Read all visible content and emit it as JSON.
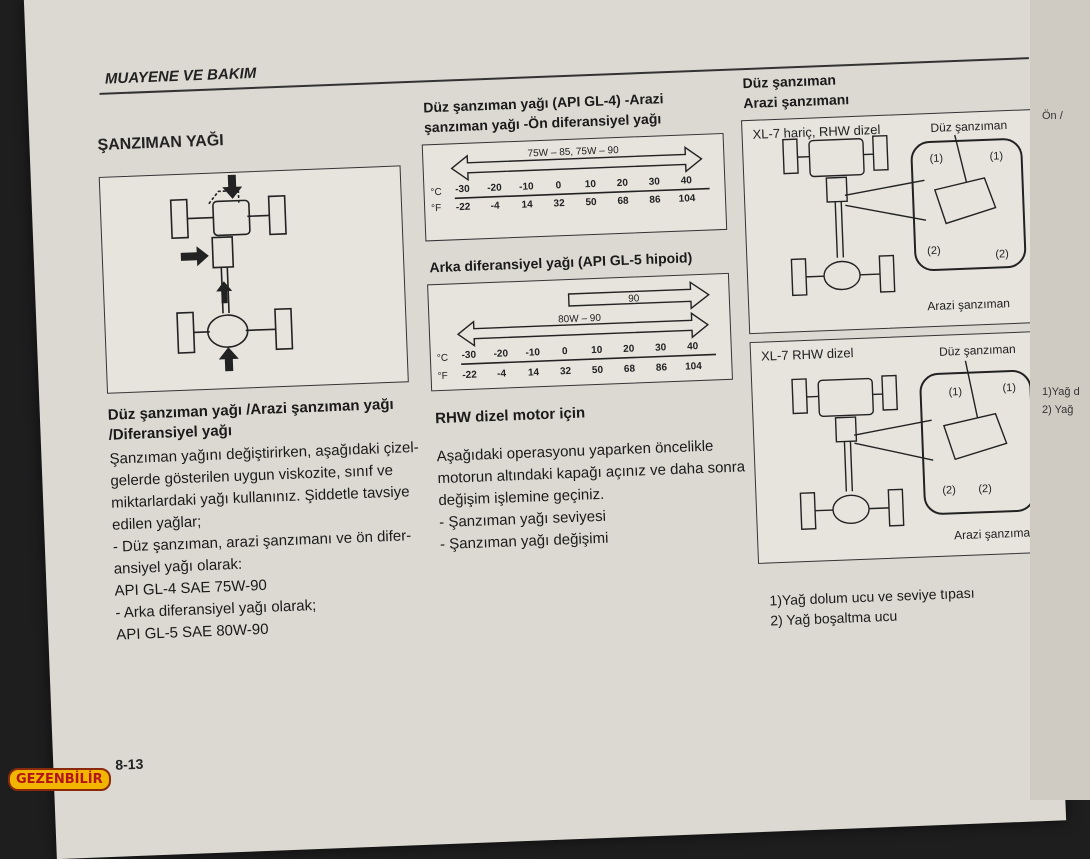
{
  "header": {
    "title": "MUAYENE VE BAKIM",
    "page_number": "8-13"
  },
  "section": {
    "title": "ŞANZIMAN YAĞI"
  },
  "left": {
    "subtitle_line1": "Düz şanzıman yağı /Arazi şanzıman yağı",
    "subtitle_line2": "/Diferansiyel yağı",
    "body": [
      "Şanzıman yağını değiştirirken, aşağıdaki çizel-",
      "gelerde gösterilen uygun viskozite, sınıf ve",
      "miktarlardaki yağı kullanınız. Şiddetle tavsiye",
      "edilen yağlar;",
      "- Düz şanzıman, arazi şanzımanı ve ön difer-",
      "ansiyel yağı olarak:",
      "API GL-4 SAE 75W-90",
      "- Arka diferansiyel yağı olarak;",
      "API GL-5 SAE 80W-90"
    ]
  },
  "middle": {
    "chart1_title_line1": "Düz şanzıman yağı (API GL-4) -Arazi",
    "chart1_title_line2": "şanzıman yağı -Ön diferansiyel yağı",
    "chart1_range": "75W – 85, 75W – 90",
    "chart2_title": "Arka diferansiyel yağı (API GL-5 hipoid)",
    "chart2_range_top": "90",
    "chart2_range_bottom": "80W – 90",
    "unit_c": "°C",
    "unit_f": "°F",
    "celsius_ticks": [
      "-30",
      "-20",
      "-10",
      "0",
      "10",
      "20",
      "30",
      "40"
    ],
    "fahrenheit_ticks": [
      "-22",
      "-4",
      "14",
      "32",
      "50",
      "68",
      "86",
      "104"
    ],
    "rhw_title": "RHW dizel motor için",
    "rhw_body": [
      "Aşağıdaki operasyonu yaparken öncelikle",
      "motorun altındaki kapağı açınız ve daha sonra",
      "değişim işlemine geçiniz.",
      "- Şanzıman yağı seviyesi",
      "- Şanzıman yağı değişimi"
    ]
  },
  "right": {
    "title_line1": "Düz şanzıman",
    "title_line2": "Arazi şanzımanı",
    "diagram1_label": "XL-7 hariç, RHW dizel",
    "diagram2_label": "XL-7 RHW dizel",
    "duz_label": "Düz şanzıman",
    "arazi_label": "Arazi şanzıman",
    "callout_1": "(1)",
    "callout_2": "(2)",
    "legend": [
      "1)Yağ dolum ucu ve seviye tıpası",
      "2) Yağ boşaltma ucu"
    ]
  },
  "next_page": {
    "lines": [
      "Ön /",
      "1)Yağ d",
      "2) Yağ"
    ]
  },
  "watermark": {
    "text": "GEZENBİLİR"
  }
}
